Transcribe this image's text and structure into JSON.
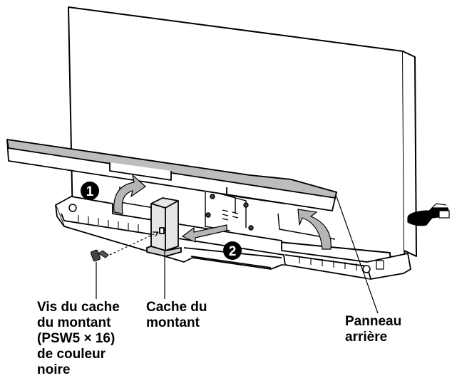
{
  "steps": [
    {
      "number": "1"
    },
    {
      "number": "2"
    }
  ],
  "labels": {
    "screws": [
      "Vis du cache",
      "du montant",
      "(PSW5 × 16)",
      "de couleur",
      "noire"
    ],
    "cover": [
      "Cache du",
      "montant"
    ],
    "back_panel": [
      "Panneau",
      "arrière"
    ]
  },
  "icons": {
    "hand": "hand-pointing-icon"
  }
}
